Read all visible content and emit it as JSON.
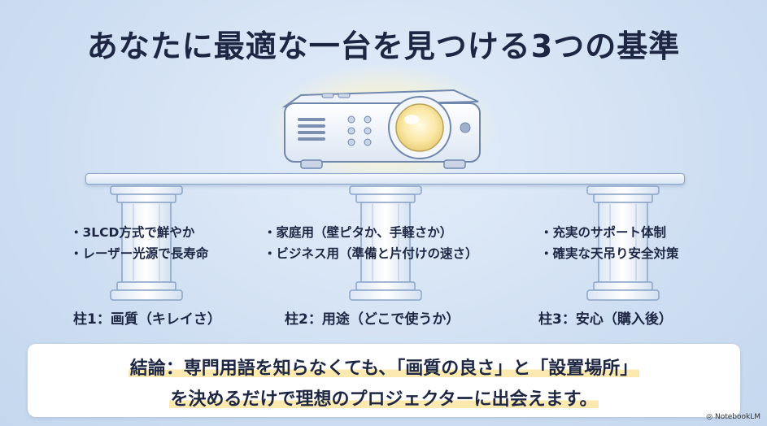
{
  "title": "あなたに最適な一台を見つける3つの基準",
  "pillars": [
    {
      "label": "柱1：画質（キレイさ）",
      "bullets": [
        "・3LCD方式で鮮やか",
        "・レーザー光源で長寿命"
      ]
    },
    {
      "label": "柱2：用途（どこで使うか）",
      "bullets": [
        "・家庭用（壁ピタか、手軽さか）",
        "・ビジネス用（準備と片付けの速さ）"
      ]
    },
    {
      "label": "柱3：安心（購入後）",
      "bullets": [
        "・充実のサポート体制",
        "・確実な天吊り安全対策"
      ]
    }
  ],
  "conclusion": {
    "line1": "結論：専門用語を知らなくても、「画質の良さ」と「設置場所」",
    "line2": "を決めるだけで理想のプロジェクターに出会えます。"
  },
  "logo": "NotebookLM"
}
